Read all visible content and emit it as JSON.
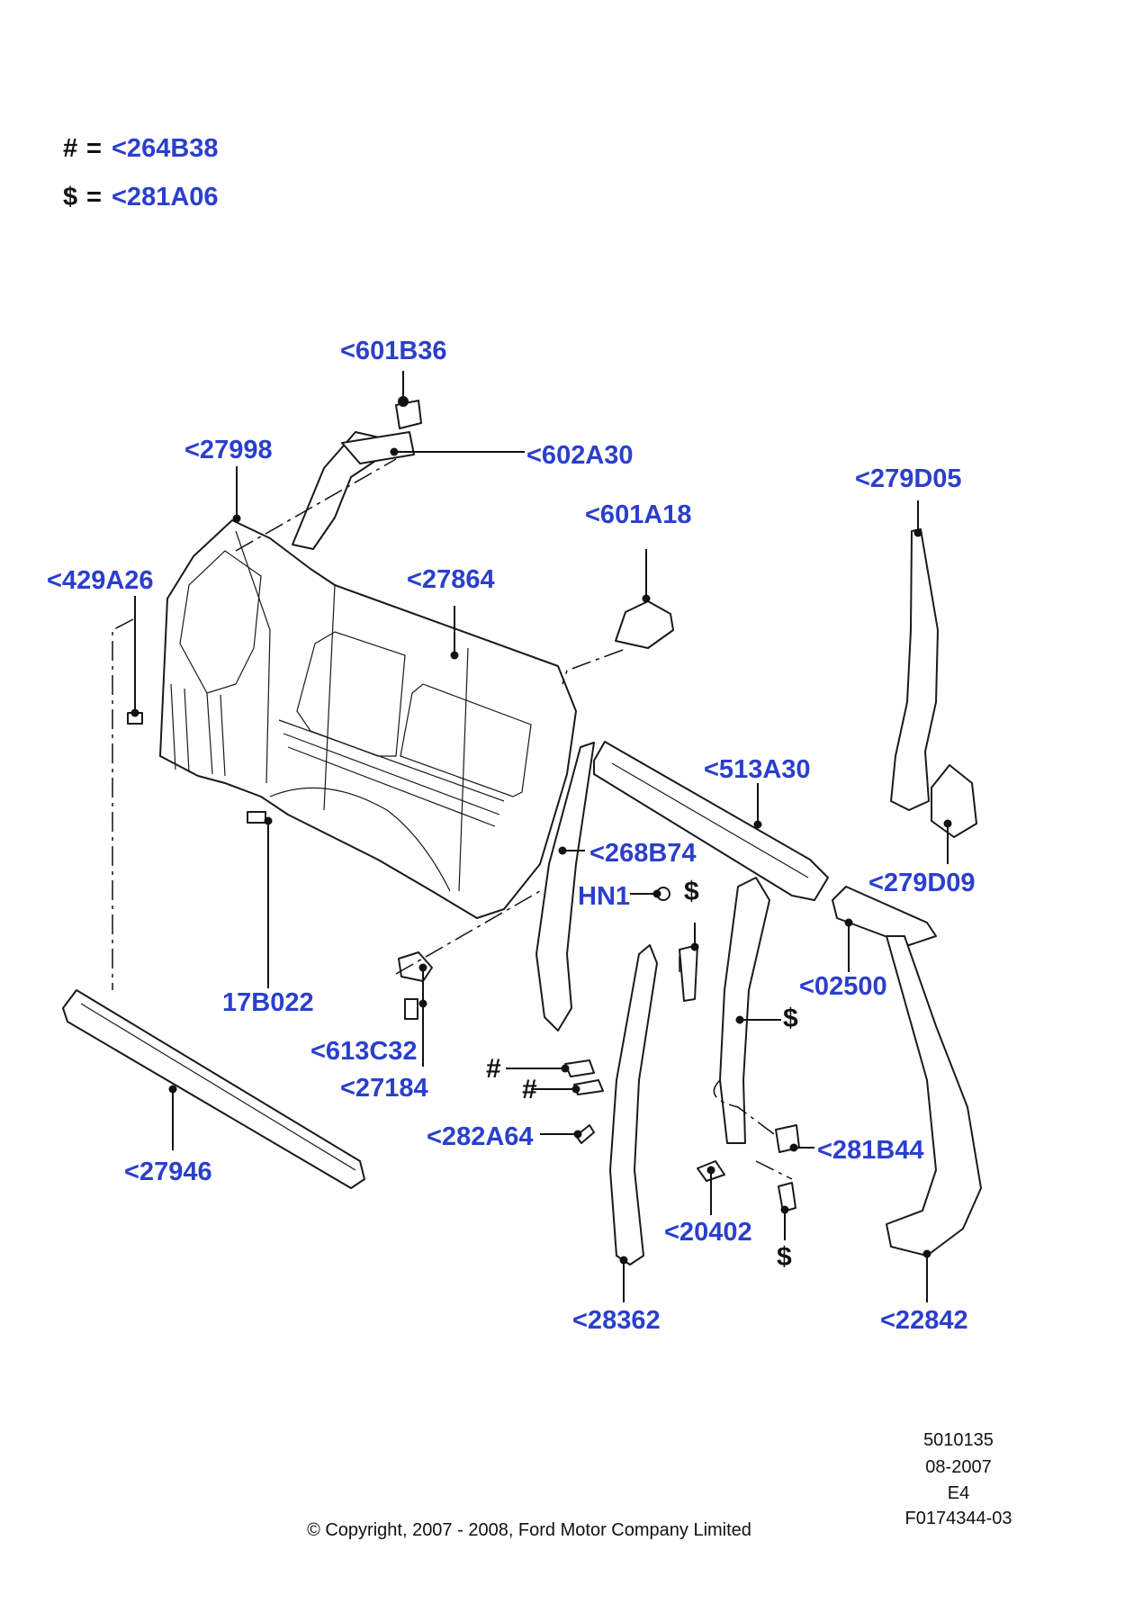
{
  "legend": [
    {
      "symbol": "#",
      "equals": "=",
      "ref": "<264B38"
    },
    {
      "symbol": "$",
      "equals": "=",
      "ref": "<281A06"
    }
  ],
  "callouts": {
    "c601B36": "<601B36",
    "c602A30": "<602A30",
    "c27998": "<27998",
    "c279D05": "<279D05",
    "c601A18": "<601A18",
    "c429A26": "<429A26",
    "c27864": "<27864",
    "c513A30": "<513A30",
    "c268B74": "<268B74",
    "cHN1": "HN1",
    "c279D09": "<279D09",
    "c02500": "<02500",
    "c17B022": "17B022",
    "c613C32": "<613C32",
    "c27184": "<27184",
    "c282A64": "<282A64",
    "c281B44": "<281B44",
    "c27946": "<27946",
    "c20402": "<20402",
    "c28362": "<28362",
    "c22842": "<22842"
  },
  "symbols": {
    "dollar": "$",
    "hash": "#"
  },
  "footer": {
    "ref_number": "5010135",
    "date": "08-2007",
    "edition": "E4",
    "figure_id": "F0174344-03",
    "copyright": "© Copyright, 2007 - 2008, Ford Motor Company Limited"
  },
  "colors": {
    "callout_blue": "#2b3fcc",
    "line_black": "#111111"
  }
}
